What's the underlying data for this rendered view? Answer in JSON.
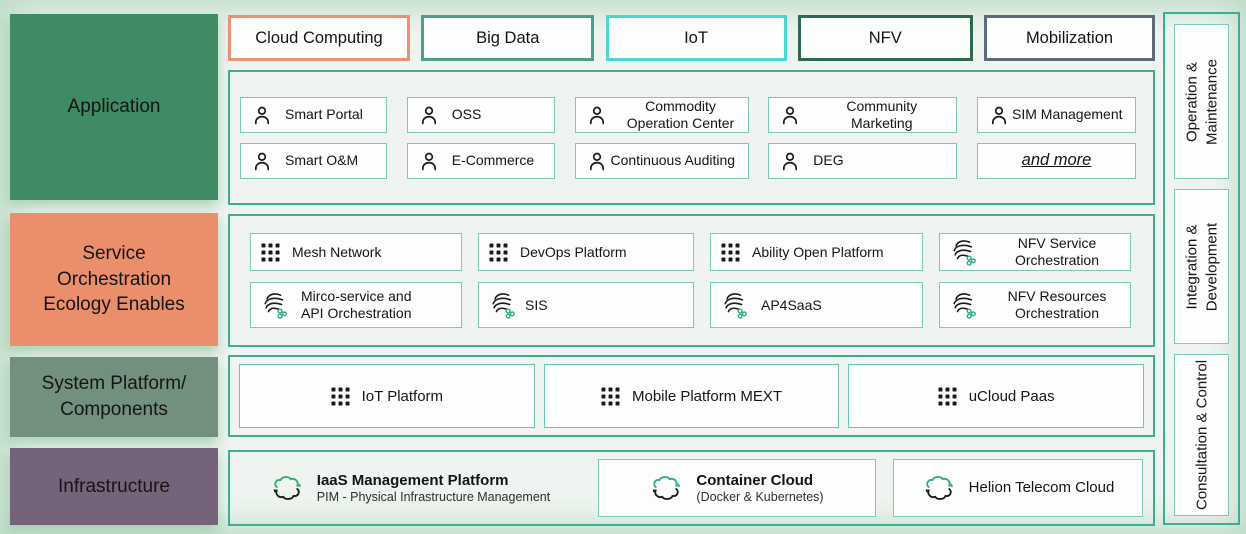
{
  "palette": {
    "container_border": "#3cae97",
    "item_border": "#79cbb8",
    "icon_black": "#1a1a1a",
    "icon_green": "#2fae7d",
    "background": "#eff4f0"
  },
  "left_blocks": [
    {
      "label": "Application",
      "color": "#3f8b63"
    },
    {
      "label": "Service\nOrchestration\nEcology Enables",
      "color": "#ea8e6c"
    },
    {
      "label": "System Platform/\nComponents",
      "color": "#73907f"
    },
    {
      "label": "Infrastructure",
      "color": "#75627b"
    }
  ],
  "top_chips": [
    {
      "label": "Cloud Computing",
      "border": "#eb9273"
    },
    {
      "label": "Big Data",
      "border": "#4f9e8c"
    },
    {
      "label": "IoT",
      "border": "#4cd6d0"
    },
    {
      "label": "NFV",
      "border": "#2e6a50"
    },
    {
      "label": "Mobilization",
      "border": "#5b6b7c"
    }
  ],
  "application": {
    "rows": [
      {
        "items": [
          {
            "icon": "person",
            "label": "Smart Portal"
          },
          {
            "icon": "person",
            "label": "OSS"
          },
          {
            "icon": "person",
            "label": "Commodity\nOperation Center"
          },
          {
            "icon": "person",
            "label": "Community\nMarketing"
          },
          {
            "icon": "person",
            "label": "SIM Management"
          }
        ]
      },
      {
        "items": [
          {
            "icon": "person",
            "label": "Smart O&M"
          },
          {
            "icon": "person",
            "label": "E-Commerce"
          },
          {
            "icon": "person",
            "label": "Continuous Auditing"
          },
          {
            "icon": "person",
            "label": "DEG"
          },
          {
            "icon": "none",
            "label": "and more"
          }
        ]
      }
    ]
  },
  "orchestration": {
    "rows": [
      {
        "items": [
          {
            "icon": "grid",
            "label": "Mesh Network"
          },
          {
            "icon": "grid",
            "label": "DevOps Platform"
          },
          {
            "icon": "grid",
            "label": "Ability Open Platform"
          },
          {
            "icon": "swirl",
            "label": "NFV Service\nOrchestration"
          }
        ]
      },
      {
        "items": [
          {
            "icon": "swirl",
            "label": "Mirco-service and\nAPI Orchestration"
          },
          {
            "icon": "swirl",
            "label": "SIS"
          },
          {
            "icon": "swirl",
            "label": "AP4SaaS"
          },
          {
            "icon": "swirl",
            "label": "NFV Resources\nOrchestration"
          }
        ]
      }
    ]
  },
  "platform": {
    "items": [
      {
        "icon": "grid",
        "label": "IoT Platform"
      },
      {
        "icon": "grid",
        "label": "Mobile Platform MEXT"
      },
      {
        "icon": "grid",
        "label": "uCloud Paas"
      }
    ]
  },
  "infrastructure": {
    "items": [
      {
        "icon": "cloud-sync",
        "label": "IaaS Management Platform",
        "sublabel": "PIM - Physical Infrastructure Management"
      },
      {
        "icon": "cloud-sync",
        "label": "Container Cloud",
        "sublabel": "(Docker & Kubernetes)"
      },
      {
        "icon": "cloud-sync",
        "label": "Helion Telecom Cloud",
        "sublabel": ""
      }
    ]
  },
  "sidebar": {
    "items": [
      {
        "label": "Operation &\nMaintenance"
      },
      {
        "label": "Integration &\nDevelopment"
      },
      {
        "label": "Consultation & Control"
      }
    ]
  }
}
